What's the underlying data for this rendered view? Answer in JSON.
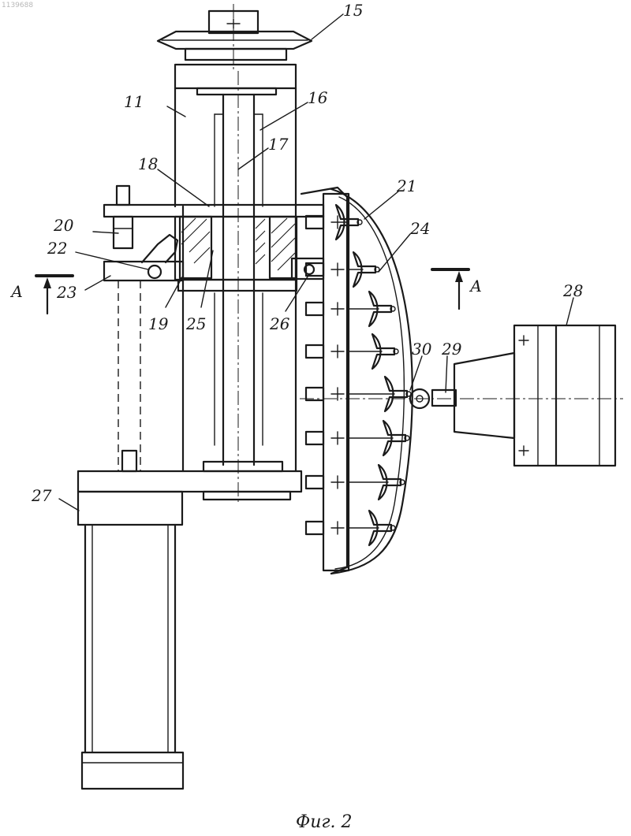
{
  "document_id": "1139688",
  "caption": "Фиг. 2",
  "section_mark": "А",
  "labels": {
    "l11": "11",
    "l15": "15",
    "l16": "16",
    "l17": "17",
    "l18": "18",
    "l19": "19",
    "l20": "20",
    "l21": "21",
    "l22": "22",
    "l23": "23",
    "l24": "24",
    "l25": "25",
    "l26": "26",
    "l27": "27",
    "l28": "28",
    "l29": "29",
    "l30": "30"
  },
  "colors": {
    "ink": "#1a1a1a",
    "paper": "#ffffff"
  }
}
